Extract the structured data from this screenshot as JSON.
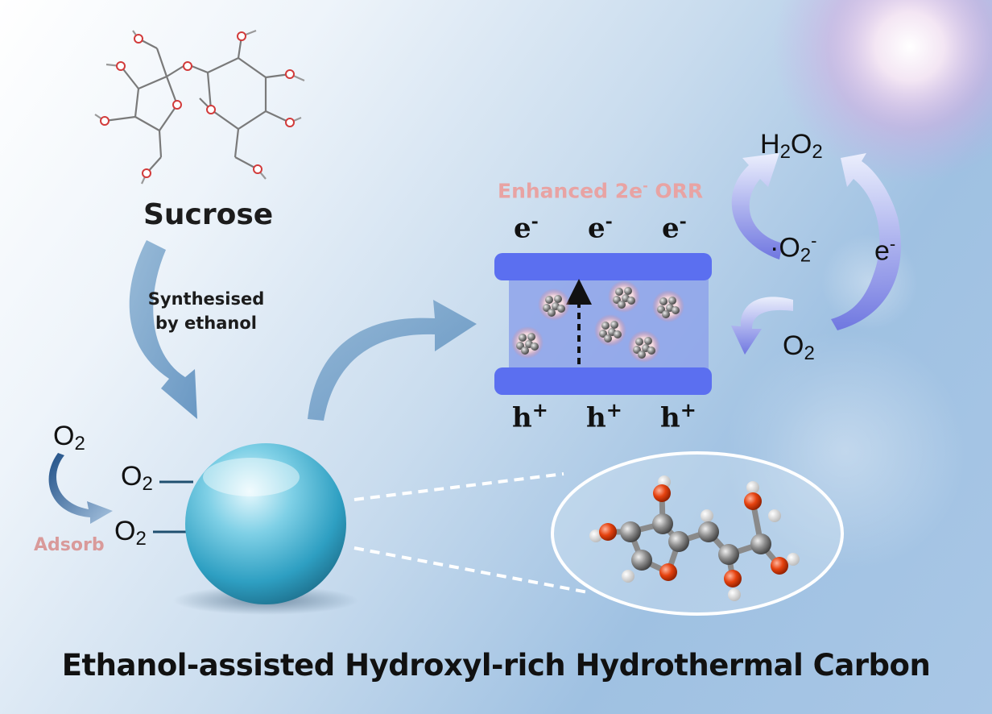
{
  "labels": {
    "sucrose": "Sucrose",
    "synth_line1": "Synthesised",
    "synth_line2": "by ethanol",
    "enhanced_main": "Enhanced 2e",
    "enhanced_sup": "-",
    "enhanced_tail": " ORR",
    "electron": "e",
    "electron_sup": "-",
    "hole": "h",
    "hole_sup": "+",
    "h2o2_h": "H",
    "h2o2_2a": "2",
    "h2o2_o": "O",
    "h2o2_2b": "2",
    "superoxide_dot": "·O",
    "superoxide_2": "2",
    "superoxide_sup": "-",
    "cycle_electron": "e",
    "cycle_electron_sup": "-",
    "o2_o": "O",
    "o2_2": "2",
    "adsorb": "Adsorb",
    "title": "Ethanol-assisted Hydroxyl-rich Hydrothermal Carbon"
  },
  "colors": {
    "band": "#5b6ff0",
    "band_gap": "#8ea3ea",
    "arrow_blue": "#6d9bc3",
    "sphere": "#3fb0cf",
    "enhanced_text": "#e8a3a3",
    "adsorb_text": "#d99a9a",
    "oxygen_atom": "#e03a12",
    "carbon_atom": "#8e8e8e"
  }
}
